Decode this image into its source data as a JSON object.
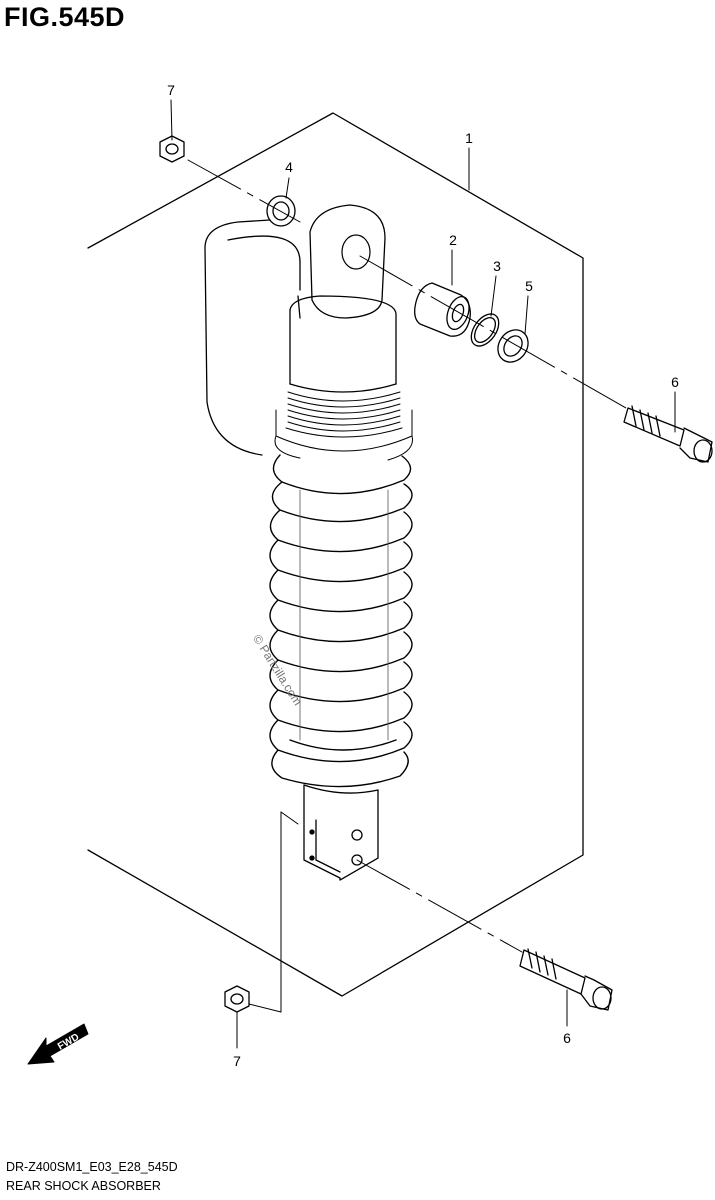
{
  "figure": {
    "title": "FIG.545D"
  },
  "callouts": {
    "c1": "1",
    "c2": "2",
    "c3": "3",
    "c4": "4",
    "c5": "5",
    "c6a": "6",
    "c6b": "6",
    "c7a": "7",
    "c7b": "7"
  },
  "fwd_label": "FWD",
  "watermark": "© Partzilla.com",
  "footer": {
    "code": "DR-Z400SM1_E03_E28_545D",
    "title": "REAR SHOCK ABSORBER"
  }
}
